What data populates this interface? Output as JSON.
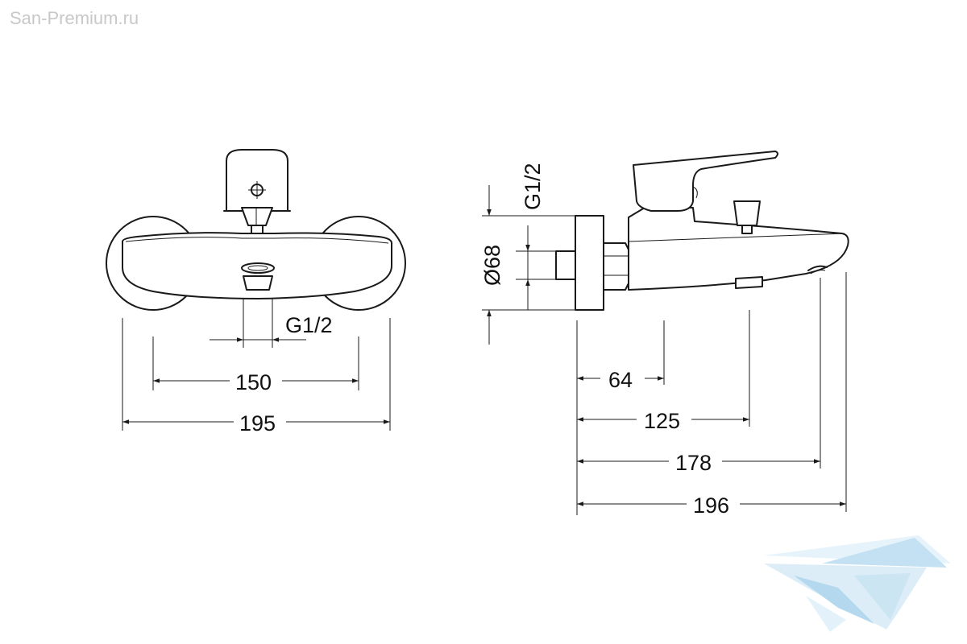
{
  "watermark": "San-Premium.ru",
  "front_view": {
    "thread_label": "G1/2",
    "dim_inner": "150",
    "dim_outer": "195"
  },
  "side_view": {
    "thread_label": "G1/2",
    "flange_diameter": "Ø68",
    "dim_1": "64",
    "dim_2": "125",
    "dim_3": "178",
    "dim_4": "196"
  },
  "colors": {
    "line": "#1a1a1a",
    "logo_light": "#cfe6f5",
    "logo_mid": "#9fcde9"
  },
  "logo": {
    "icon": "bathtub-logo-icon"
  }
}
